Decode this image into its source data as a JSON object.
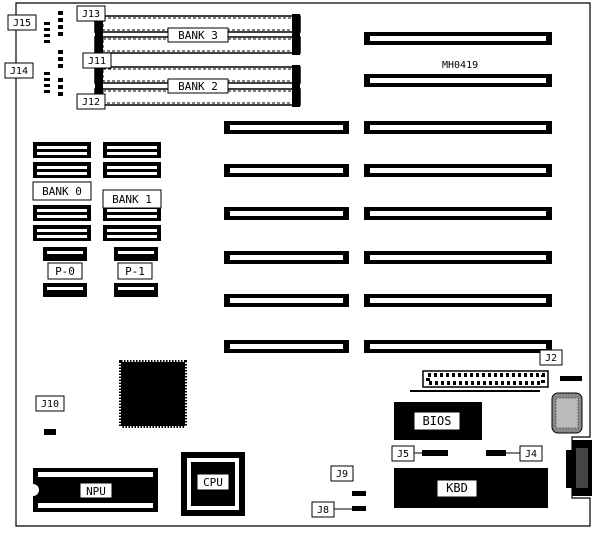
{
  "diagram": {
    "board_id": "MH0419",
    "labels": {
      "bank3": "BANK 3",
      "bank2": "BANK 2",
      "bank0": "BANK 0",
      "bank1": "BANK 1",
      "p0": "P-0",
      "p1": "P-1",
      "bios": "BIOS",
      "kbd": "KBD",
      "cpu": "CPU",
      "npu": "NPU"
    },
    "jumpers": {
      "j15": "J15",
      "j13": "J13",
      "j14": "J14",
      "j11": "J11",
      "j12": "J12",
      "j10": "J10",
      "j9": "J9",
      "j8": "J8",
      "j5": "J5",
      "j4": "J4",
      "j2": "J2"
    }
  }
}
